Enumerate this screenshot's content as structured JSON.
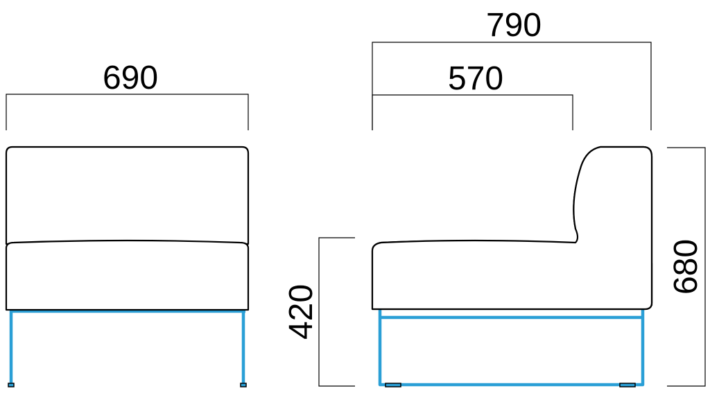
{
  "drawing": {
    "frame_color": "#2a9fd6",
    "line_color": "#000000",
    "front_view": {
      "width_label": "690"
    },
    "side_view": {
      "overall_depth_label": "790",
      "seat_depth_label": "570",
      "seat_height_label": "420",
      "overall_height_label": "680"
    }
  }
}
